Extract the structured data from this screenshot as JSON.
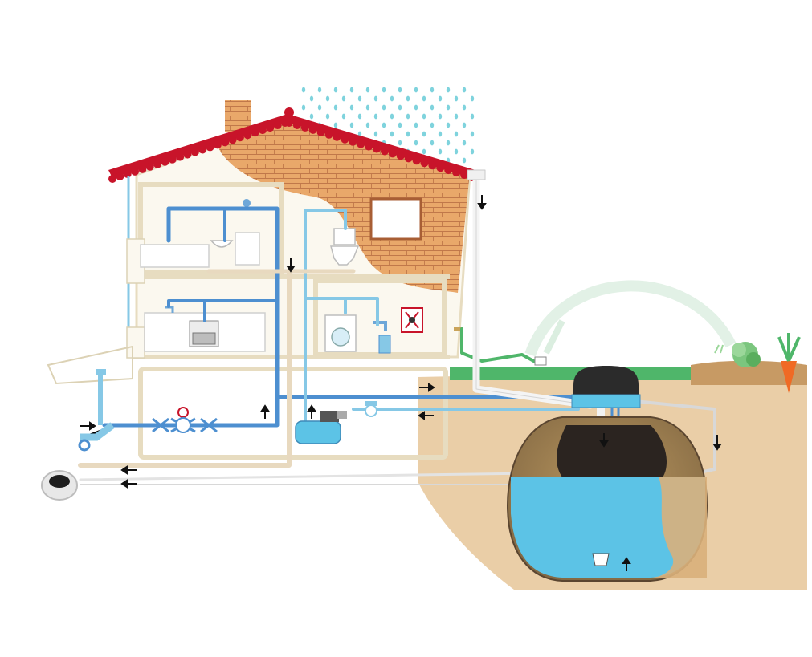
{
  "diagram": {
    "subject": "rainwater-harvesting-house-cross-section",
    "colors": {
      "roof_tile": "#c8142a",
      "brick": "#e9a86a",
      "brick_line": "#b56a3a",
      "wall_outline": "#e7dcc0",
      "house_fill": "#fbf8ef",
      "pipe_rain_water": "#4d8fd0",
      "pipe_light_blue": "#86c8e6",
      "pipe_drain": "#e8d9bf",
      "tank_water": "#5cc3e6",
      "soil": "#d9b07b",
      "tank_dark": "#2b2420",
      "grass": "#4fb66a",
      "rain": "#7fd3dd",
      "sprinkler_spray": "#dbeee0"
    },
    "icons": [
      "bathtub-icon",
      "sink-icon",
      "toilet-icon",
      "kitchen-sink-icon",
      "dishwasher-icon",
      "washing-machine-icon",
      "garden-tap-icon",
      "bucket-icon",
      "hazard-sign-icon",
      "water-meter-icon",
      "pump-icon",
      "filter-icon",
      "garden-sprinkler-icon",
      "cabbage-icon",
      "carrot-icon",
      "sewer-pipe-icon",
      "storage-tank-icon"
    ],
    "arrows": [
      "down",
      "down",
      "up",
      "up",
      "right",
      "left",
      "right",
      "left",
      "left",
      "down",
      "down",
      "up"
    ]
  }
}
